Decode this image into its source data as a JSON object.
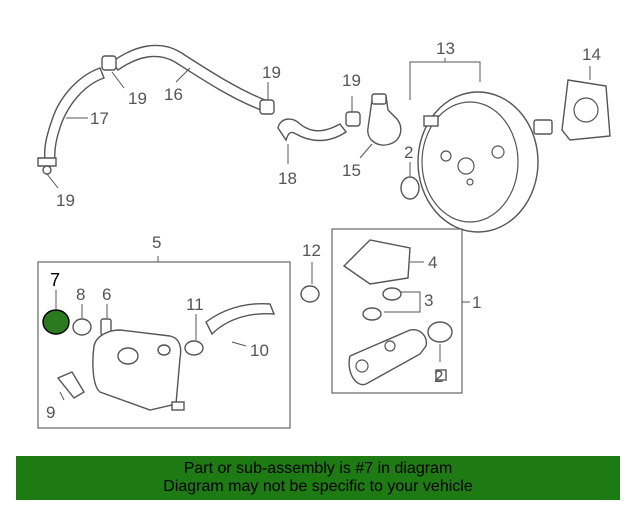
{
  "diagram": {
    "callouts": {
      "c1": "1",
      "c2a": "2",
      "c2b": "2",
      "c3": "3",
      "c4": "4",
      "c5": "5",
      "c6": "6",
      "c7": "7",
      "c8": "8",
      "c9": "9",
      "c10": "10",
      "c11": "11",
      "c12": "12",
      "c13": "13",
      "c14": "14",
      "c15": "15",
      "c16": "16",
      "c17": "17",
      "c18": "18",
      "c19a": "19",
      "c19b": "19",
      "c19c": "19",
      "c19d": "19"
    },
    "highlight_color": "#2a7a1e"
  },
  "banner": {
    "line1": "Part or sub-assembly is #7 in diagram",
    "line2": "Diagram may not be specific to your vehicle",
    "background": "#1e7a12"
  }
}
